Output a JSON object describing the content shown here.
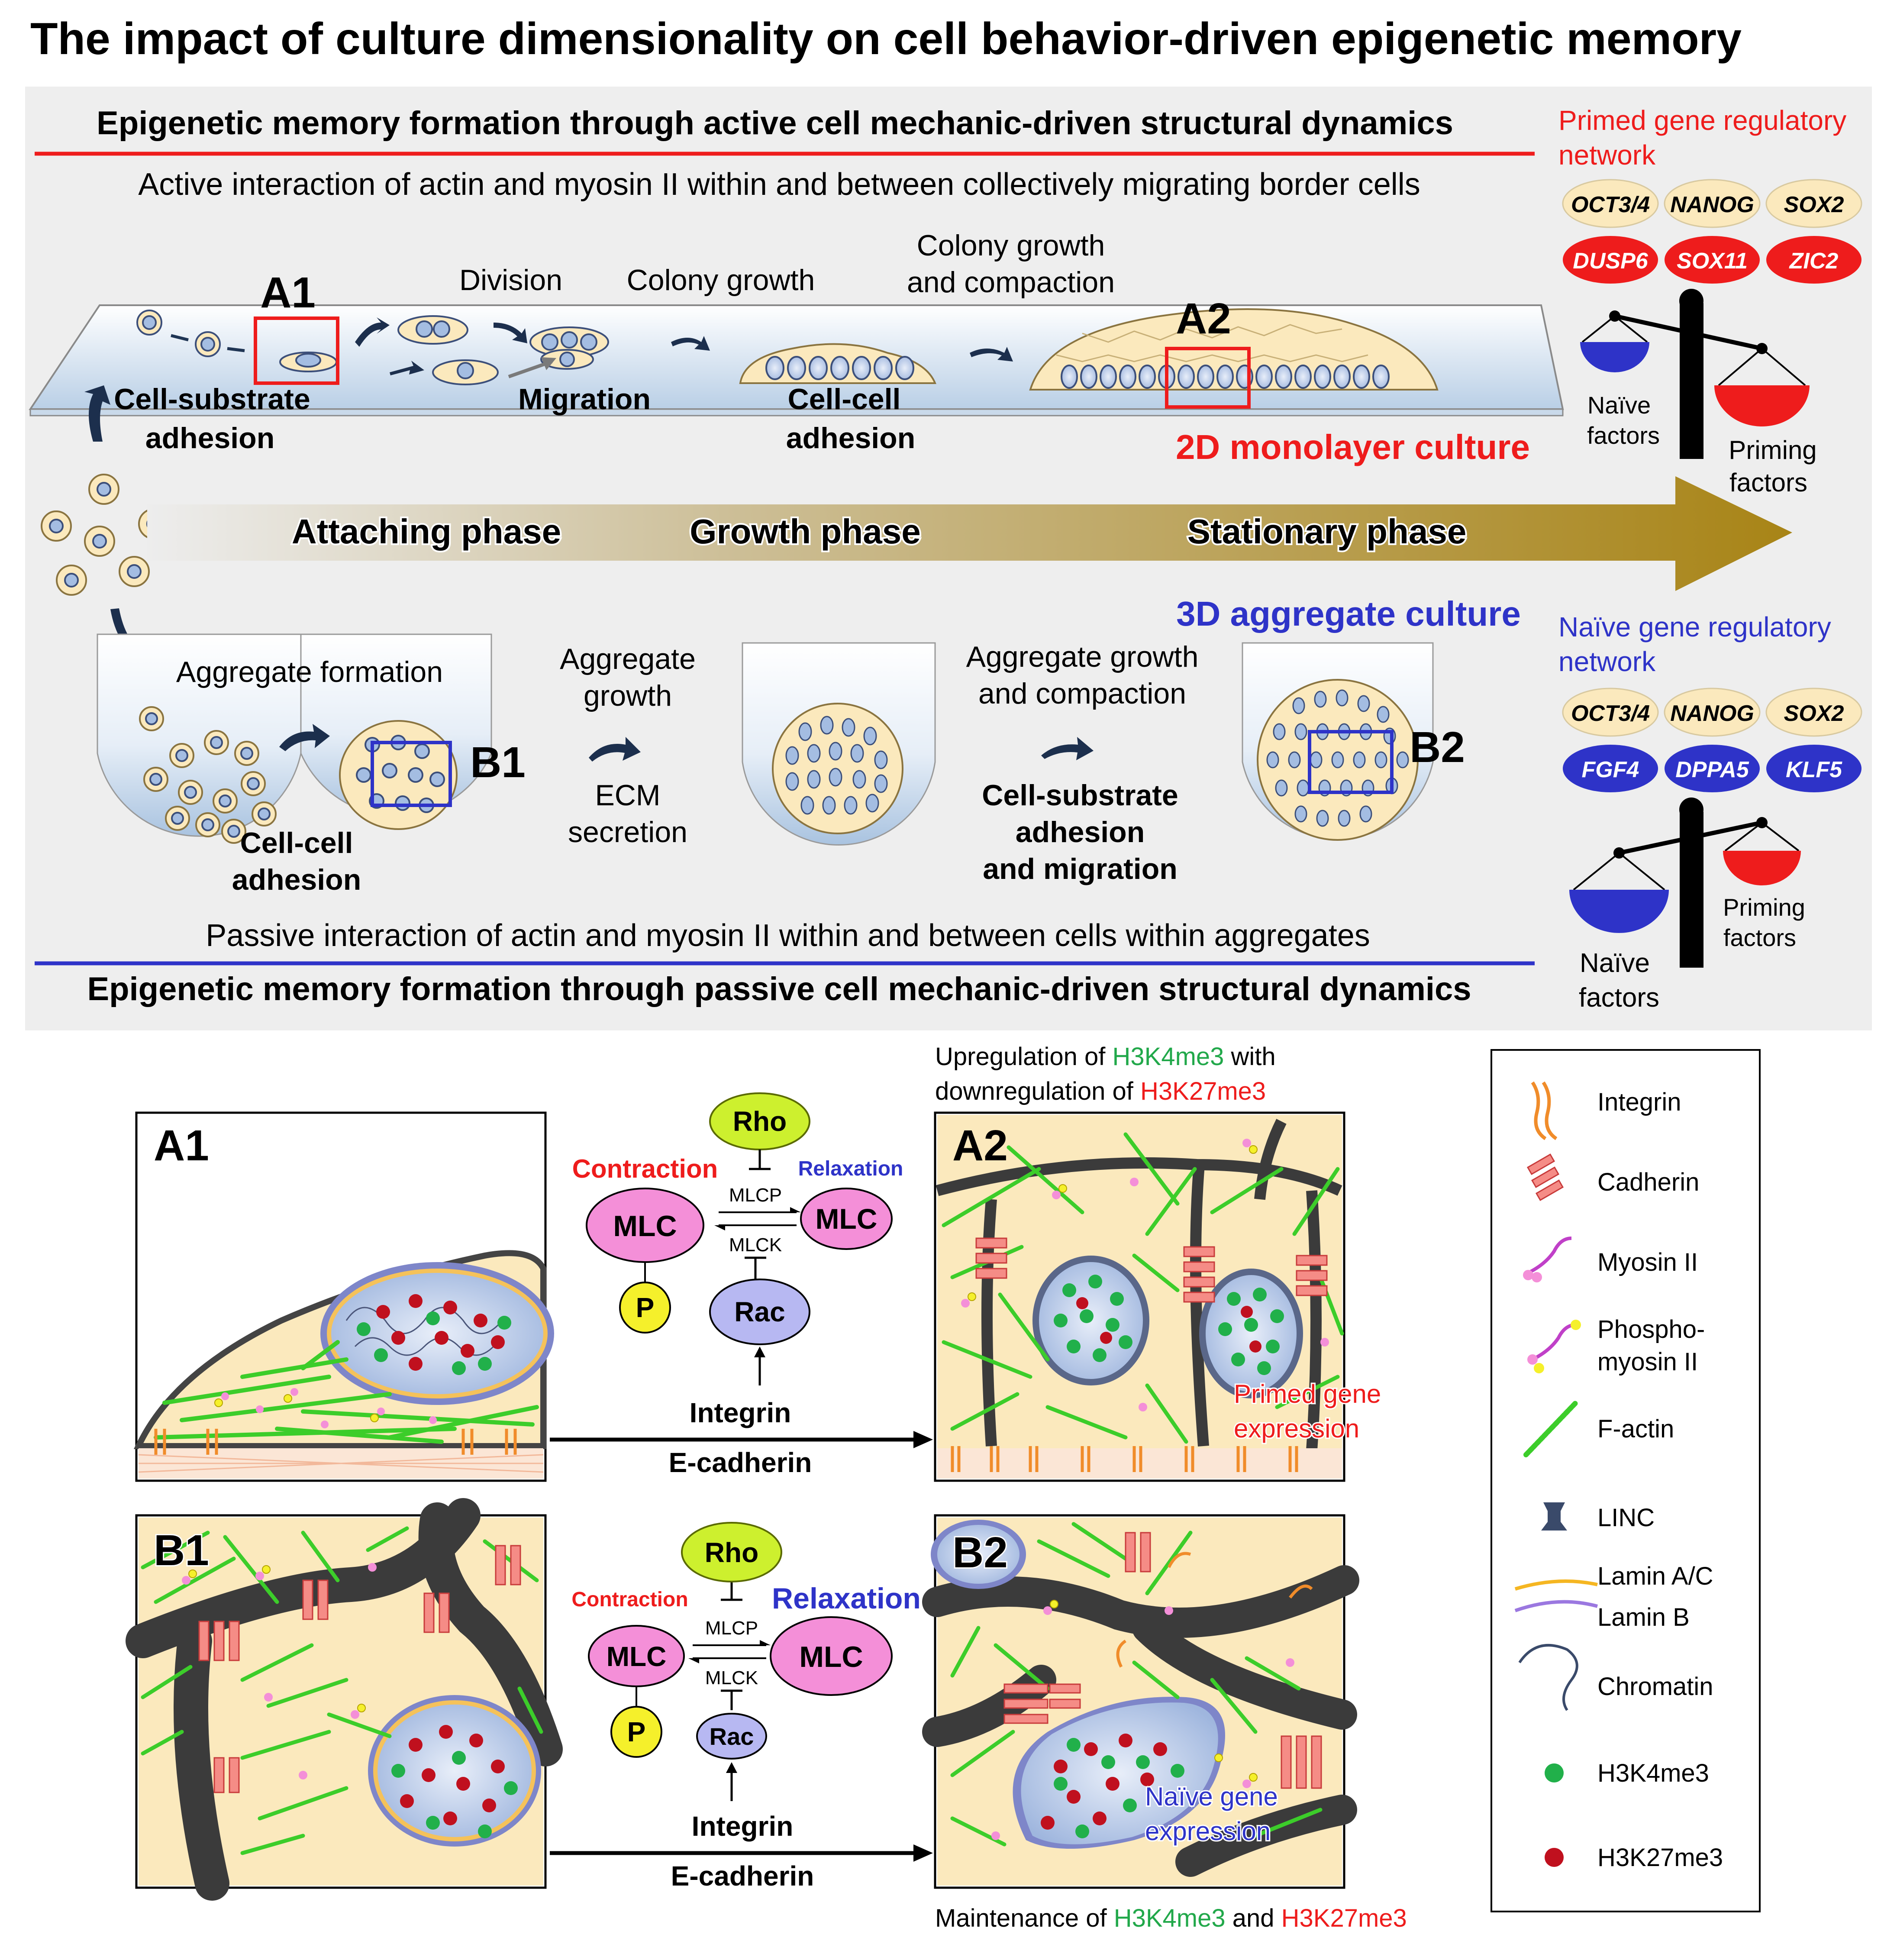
{
  "title": "The impact of culture dimensionality on cell behavior-driven epigenetic memory",
  "upper_panel": {
    "active_header": "Epigenetic memory formation through active cell mechanic-driven structural dynamics",
    "active_subheader": "Active interaction of actin and myosin II within and between collectively migrating border cells",
    "passive_subheader": "Passive interaction of actin and myosin II within and between cells within aggregates",
    "passive_header": "Epigenetic memory formation through passive cell mechanic-driven structural dynamics",
    "culture_2d_label": "2D monolayer culture",
    "culture_3d_label": "3D aggregate culture",
    "phases": [
      "Attaching phase",
      "Growth phase",
      "Stationary phase"
    ],
    "steps_2d": {
      "box_a1": "A1",
      "box_a2": "A2",
      "division": "Division",
      "colony_growth": "Colony growth",
      "colony_compaction_1": "Colony growth",
      "colony_compaction_2": "and compaction",
      "cell_substrate_1": "Cell-substrate",
      "cell_substrate_2": "adhesion",
      "migration": "Migration",
      "cell_cell_1": "Cell-cell",
      "cell_cell_2": "adhesion"
    },
    "steps_3d": {
      "box_b1": "B1",
      "box_b2": "B2",
      "aggregate_formation": "Aggregate formation",
      "cell_cell_1": "Cell-cell",
      "cell_cell_2": "adhesion",
      "aggregate_growth_1": "Aggregate",
      "aggregate_growth_2": "growth",
      "ecm_1": "ECM",
      "ecm_2": "secretion",
      "agg_compaction_1": "Aggregate growth",
      "agg_compaction_2": "and compaction",
      "substrate_migration_1": "Cell-substrate",
      "substrate_migration_2": "adhesion",
      "substrate_migration_3": "and migration"
    }
  },
  "primed_network": {
    "title_1": "Primed gene regulatory",
    "title_2": "network",
    "core_genes": [
      "OCT3/4",
      "NANOG",
      "SOX2"
    ],
    "specific_genes": [
      "DUSP6",
      "SOX11",
      "ZIC2"
    ],
    "naive_label_1": "Naïve",
    "naive_label_2": "factors",
    "priming_label_1": "Priming",
    "priming_label_2": "factors"
  },
  "naive_network": {
    "title_1": "Naïve gene regulatory",
    "title_2": "network",
    "core_genes": [
      "OCT3/4",
      "NANOG",
      "SOX2"
    ],
    "specific_genes": [
      "FGF4",
      "DPPA5",
      "KLF5"
    ],
    "naive_label_1": "Naïve",
    "naive_label_2": "factors",
    "priming_label_1": "Priming",
    "priming_label_2": "factors"
  },
  "lower_panel": {
    "a1_label": "A1",
    "a2_label": "A2",
    "b1_label": "B1",
    "b2_label": "B2",
    "upreg_line_1_pre": "Upregulation of ",
    "upreg_line_1_mark": "H3K4me3",
    "upreg_line_1_post": " with",
    "upreg_line_2_pre": "downregulation of ",
    "upreg_line_2_mark": "H3K27me3",
    "maint_pre": "Maintenance of ",
    "maint_mark_1": "H3K4me3",
    "maint_mid": " and ",
    "maint_mark_2": "H3K27me3",
    "primed_expr_1": "Primed gene",
    "primed_expr_2": "expression",
    "naive_expr_1": "Naïve gene",
    "naive_expr_2": "expression",
    "pathway_top": {
      "rho": "Rho",
      "contraction": "Contraction",
      "relaxation": "Relaxation",
      "mlc_left": "MLC",
      "mlc_right": "MLC",
      "mlcp": "MLCP",
      "mlck": "MLCK",
      "p": "P",
      "rac": "Rac",
      "integrin": "Integrin",
      "ecadherin": "E-cadherin"
    },
    "pathway_bottom": {
      "rho": "Rho",
      "contraction": "Contraction",
      "relaxation": "Relaxation",
      "mlc_left": "MLC",
      "mlc_right": "MLC",
      "mlcp": "MLCP",
      "mlck": "MLCK",
      "p": "P",
      "rac": "Rac",
      "integrin": "Integrin",
      "ecadherin": "E-cadherin"
    }
  },
  "legend": {
    "items": [
      "Integrin",
      "Cadherin",
      "Myosin II",
      "Phospho-",
      "myosin II",
      "F-actin",
      "LINC",
      "Lamin A/C",
      "Lamin B",
      "Chromatin",
      "H3K4me3",
      "H3K27me3"
    ]
  },
  "colors": {
    "red": "#ee1c1c",
    "blue": "#2e33c8",
    "green_text": "#21a84a",
    "arrow_gold": "#a88416",
    "panel_bg": "#eeeeee",
    "cell_fill": "#fbe9bd",
    "nucleus_fill": "#a4bde2",
    "pink": "#f48fd8",
    "rho_green": "#cdf02e",
    "rac_lilac": "#b7b8f2",
    "p_yellow": "#f5f02b"
  }
}
